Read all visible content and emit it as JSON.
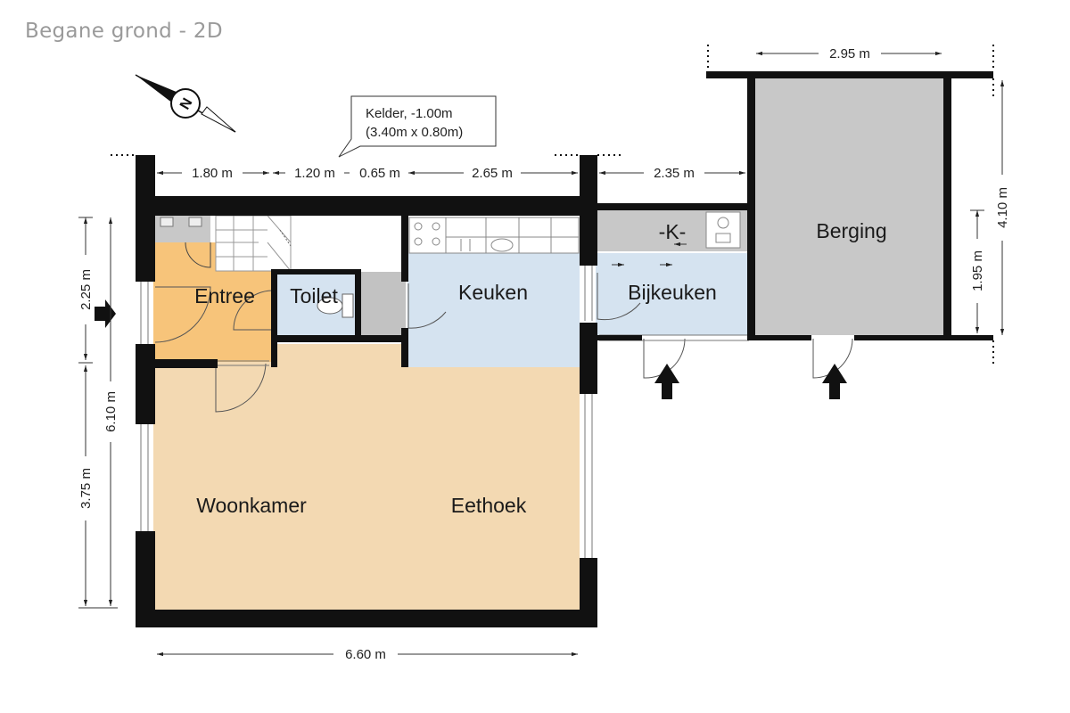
{
  "title": "Begane grond - 2D",
  "rooms": {
    "entree": "Entree",
    "toilet": "Toilet",
    "keuken": "Keuken",
    "bijkeuken": "Bijkeuken",
    "berging": "Berging",
    "woonkamer": "Woonkamer",
    "eethoek": "Eethoek",
    "kitchen_marker": "-K-"
  },
  "cellar_note": {
    "line1": "Kelder, -1.00m",
    "line2": "(3.40m x 0.80m)"
  },
  "dimensions": {
    "top_1": "1.80 m",
    "top_2": "1.20 m",
    "top_3": "0.65 m",
    "top_4": "2.65 m",
    "top_5": "2.35 m",
    "top_6": "2.95 m",
    "bottom": "6.60 m",
    "left_1": "2.25 m",
    "left_2": "3.75 m",
    "left_total": "6.10 m",
    "right_1": "1.95 m",
    "right_total": "4.10 m"
  },
  "compass_letter": "N",
  "colors": {
    "wall": "#111111",
    "entree": "#f7c47a",
    "wet_rooms": "#d5e3f0",
    "living": "#f3d9b2",
    "berging": "#c8c8c8",
    "stairs_block": "#c2c2c2",
    "title": "#9a9a9a"
  }
}
